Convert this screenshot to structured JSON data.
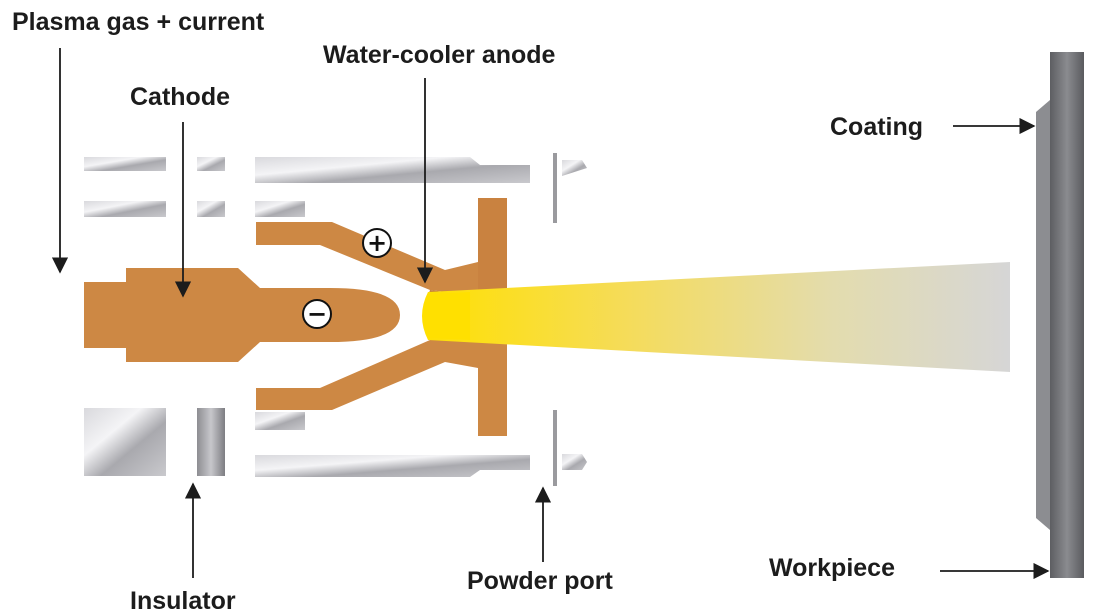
{
  "diagram": {
    "labels": {
      "plasma_gas": "Plasma gas + current",
      "water_cooler_anode": "Water-cooler anode",
      "cathode": "Cathode",
      "coating": "Coating",
      "insulator": "Insulator",
      "powder_port": "Powder port",
      "workpiece": "Workpiece"
    },
    "signs": {
      "anode_sign": "+",
      "cathode_sign": "−"
    },
    "colors": {
      "copper": "#cd8844",
      "copper_dark": "#b8763a",
      "plasma_core": "#ffe200",
      "plasma_tail": "#d8d8d8",
      "steel": "#b8b8bd",
      "workpiece": "#6e6f73",
      "coating": "#8c8d91",
      "text": "#1c1c1c"
    }
  }
}
